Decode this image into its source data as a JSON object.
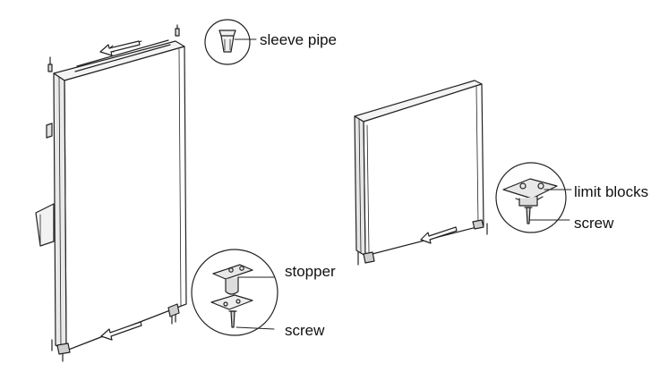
{
  "labels": {
    "sleeve_pipe": "sleeve pipe",
    "stopper": "stopper",
    "screw_left": "screw",
    "limit_blocks": "limit blocks",
    "screw_right": "screw"
  }
}
